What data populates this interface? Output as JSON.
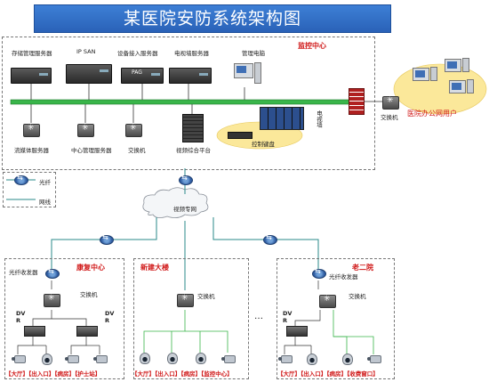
{
  "title": "某医院安防系统架构图",
  "center": {
    "label": "监控中心",
    "top_devices": [
      "存储管理服务器",
      "IP SAN",
      "设备接入服务器",
      "电视墙服务器",
      "管理电脑"
    ],
    "pag_label": "PAG",
    "bottom_devices": [
      "流媒体服务器",
      "中心管理服务器",
      "交换机",
      "视频综合平台"
    ],
    "keyboard": "控制键盘",
    "tvwall": "电视墙"
  },
  "office": {
    "switch": "交换机",
    "users": "医院办公网用户"
  },
  "legend": {
    "fiber": "光纤",
    "network": "网线"
  },
  "network": {
    "cloud": "视频专网"
  },
  "sites": [
    {
      "name": "康复中心",
      "converter": "光纤收发器",
      "switch": "交换机",
      "dvr1": "DV\nR",
      "dvr2": "DV\nR",
      "cameras": "【大厅】【出入口】【病房】【护士站】"
    },
    {
      "name": "新建大楼",
      "switch": "交换机",
      "cameras": "【大厅】【出入口】【病房】【监控中心】"
    },
    {
      "name": "老二院",
      "converter": "光纤收发器",
      "switch": "交换机",
      "dvr1": "DV\nR",
      "cameras": "【大厅】【出入口】【病房】【收费窗口】"
    }
  ],
  "ellipsis": "…"
}
